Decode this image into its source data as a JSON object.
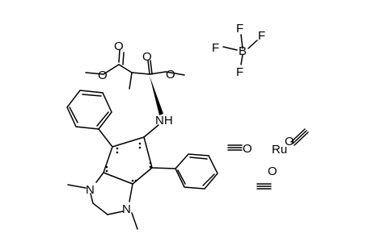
{
  "atoms": {
    "f_top": "F",
    "f_left": "F",
    "b_center": "B",
    "f_right": "F",
    "f_bottom": "F",
    "o_ester1_carbonyl": "O",
    "o_ester1_ether": "O",
    "o_ester2_carbonyl": "O",
    "o_ester2_ether": "O",
    "nh": "NH",
    "n_upper": "N",
    "n_lower": "N",
    "co1_o": "O",
    "co2_o": "O",
    "co3_o": "O",
    "ru": "Ru"
  }
}
